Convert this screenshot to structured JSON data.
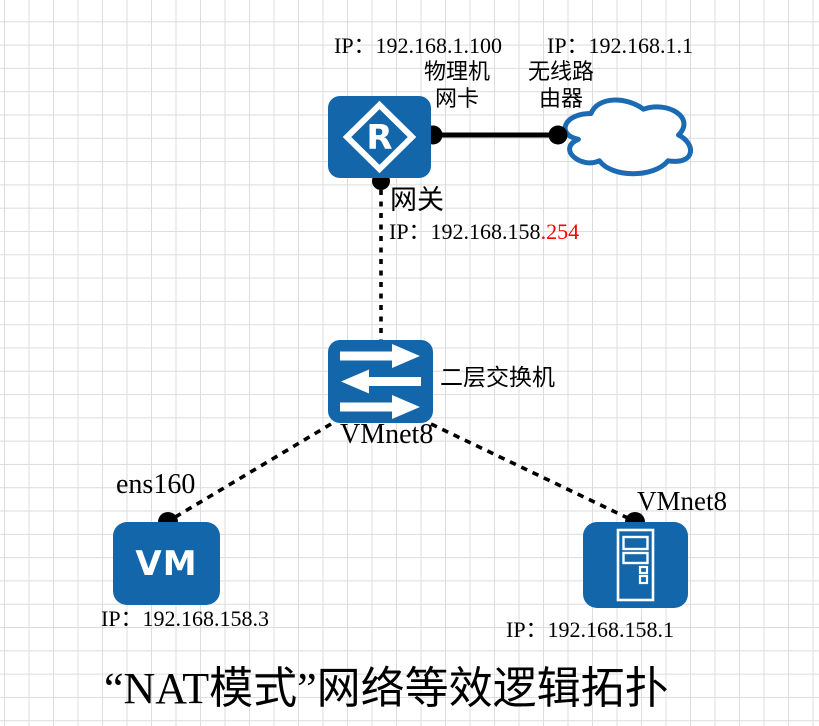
{
  "title": "“NAT模式”网络等效逻辑拓扑",
  "colors": {
    "icon_blue": "#1366a9",
    "cloud_stroke": "#1a6bb4",
    "highlight_red": "#ff0000",
    "connector_black": "#000000",
    "grid_line": "#dcdcde"
  },
  "labels": {
    "physical_ip": "IP：192.168.1.100",
    "wireless_ip": "IP：192.168.1.1",
    "physical_nic": "物理机\n网卡",
    "wireless_router": "无线路\n由器",
    "gateway": "网关",
    "gateway_ip_prefix": "IP：192.168.158",
    "gateway_ip_red": ".254",
    "switch": "二层交换机",
    "switch_net": "VMnet8",
    "vm_interface": "ens160",
    "vm_ip": "IP：192.168.158.3",
    "server_net": "VMnet8",
    "server_ip": "IP：192.168.158.1"
  },
  "icons": {
    "router_glyph": "R",
    "vm_glyph": "VM"
  }
}
